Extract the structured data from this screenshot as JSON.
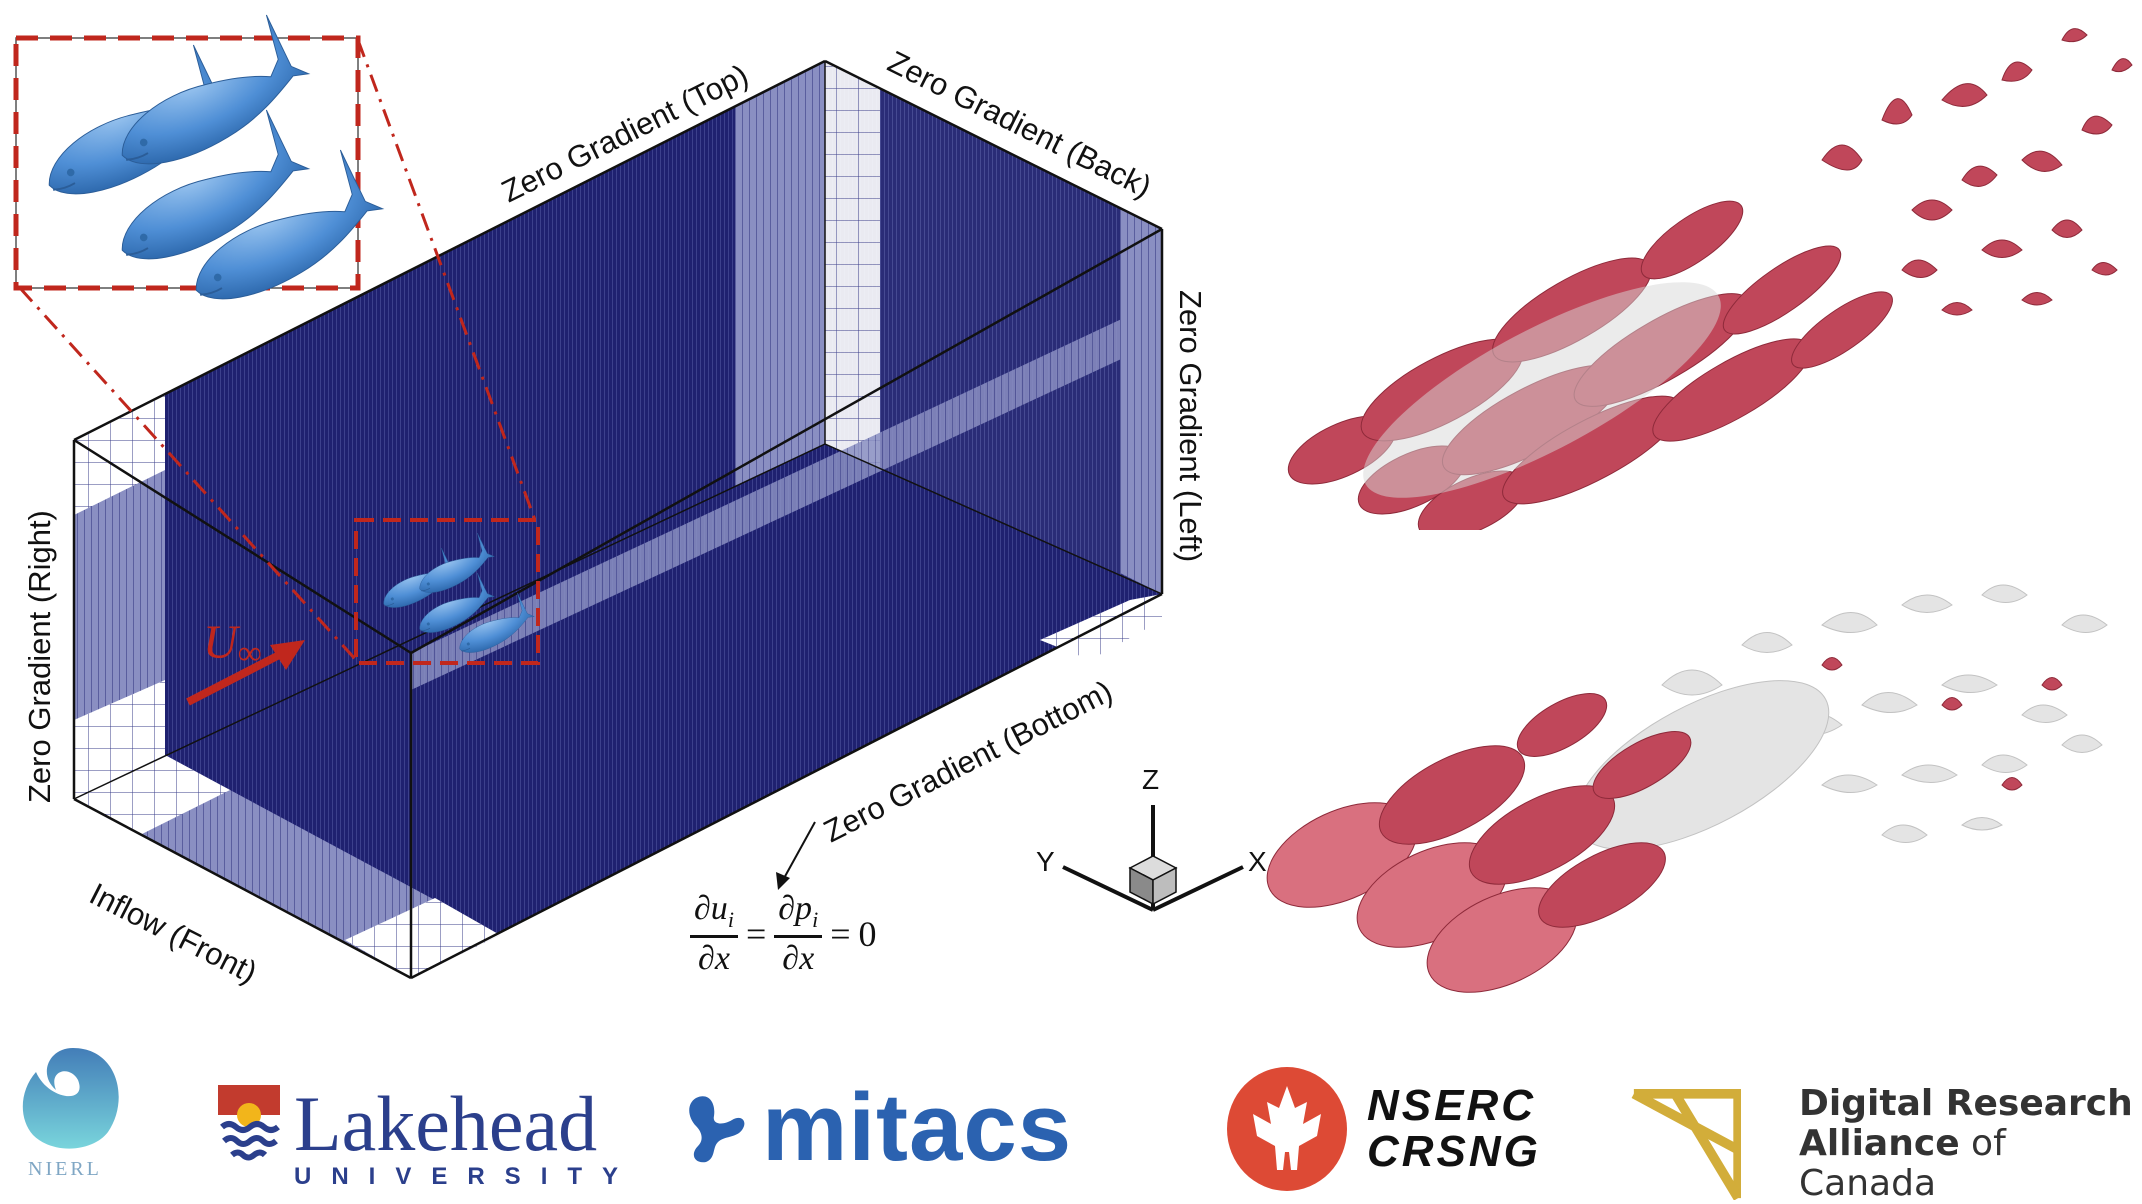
{
  "domain_diagram": {
    "boundaries": {
      "top": "Zero Gradient (Top)",
      "back": "Zero Gradient (Back)",
      "left": "Zero Gradient (Left)",
      "right": "Zero Gradient (Right)",
      "bottom": "Zero Gradient (Bottom)",
      "front": "Inflow (Front)"
    },
    "inflow_symbol": {
      "base": "U",
      "subscript": "∞"
    },
    "equation": {
      "lhs_num": "∂u",
      "lhs_num_sub": "i",
      "lhs_den": "∂x",
      "mid_num": "∂p",
      "mid_num_sub": "i",
      "mid_den": "∂x",
      "equals": "=",
      "rhs": "0"
    },
    "axes": {
      "x": "X",
      "y": "Y",
      "z": "Z"
    },
    "inset": {
      "description": "fish school of four",
      "fish_count": 4
    },
    "colors": {
      "mesh": "#1f2170",
      "mesh_light": "#8a8fc2",
      "highlight_box": "#c0271d",
      "fish": "#4f8fd6",
      "vortex": "#c0475a",
      "vortex_ghost": "#cfcfcf"
    }
  },
  "visualizations": [
    {
      "name": "wake-vortex-top",
      "description": "isosurfaces of vortical structures behind fish school"
    },
    {
      "name": "wake-vortex-bottom",
      "description": "isosurfaces with translucent outer surfaces"
    }
  ],
  "logos": {
    "nierl": "NIERL",
    "lakehead": {
      "name": "Lakehead",
      "sub": "UNIVERSITY"
    },
    "mitacs": "mitacs",
    "nserc": {
      "line1": "NSERC",
      "line2": "CRSNG"
    },
    "dra": {
      "line1": "Digital Research",
      "line2_bold": "Alliance",
      "line2_light": " of Canada"
    }
  }
}
